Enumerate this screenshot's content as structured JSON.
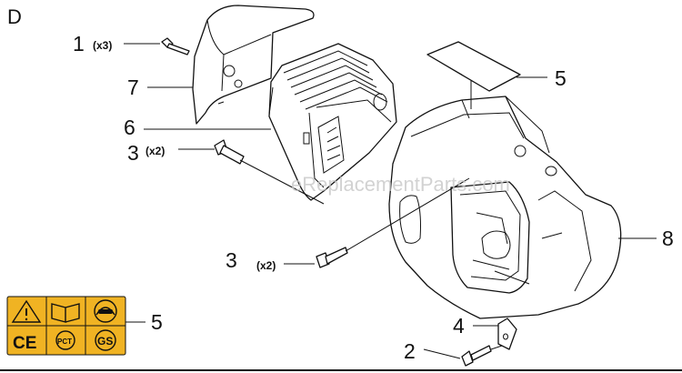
{
  "section_label": "D",
  "watermark": "eReplacementParts.com",
  "callouts": {
    "c1": {
      "number": "1",
      "qty": "(x3)"
    },
    "c7": {
      "number": "7"
    },
    "c6": {
      "number": "6"
    },
    "c3a": {
      "number": "3",
      "qty": "(x2)"
    },
    "c3b": {
      "number": "3",
      "qty": "(x2)"
    },
    "c5a": {
      "number": "5"
    },
    "c8": {
      "number": "8"
    },
    "c4": {
      "number": "4"
    },
    "c2": {
      "number": "2"
    },
    "c5b": {
      "number": "5"
    }
  },
  "warning_label": {
    "icons": [
      "warning-triangle-icon",
      "manual-book-icon",
      "ear-eye-protection-icon",
      "ce-mark-icon",
      "pct-mark-icon",
      "gs-mark-icon"
    ],
    "texts": {
      "ce": "CE",
      "pct": "PCT",
      "gs": "GS"
    },
    "color": "#f0b323"
  }
}
